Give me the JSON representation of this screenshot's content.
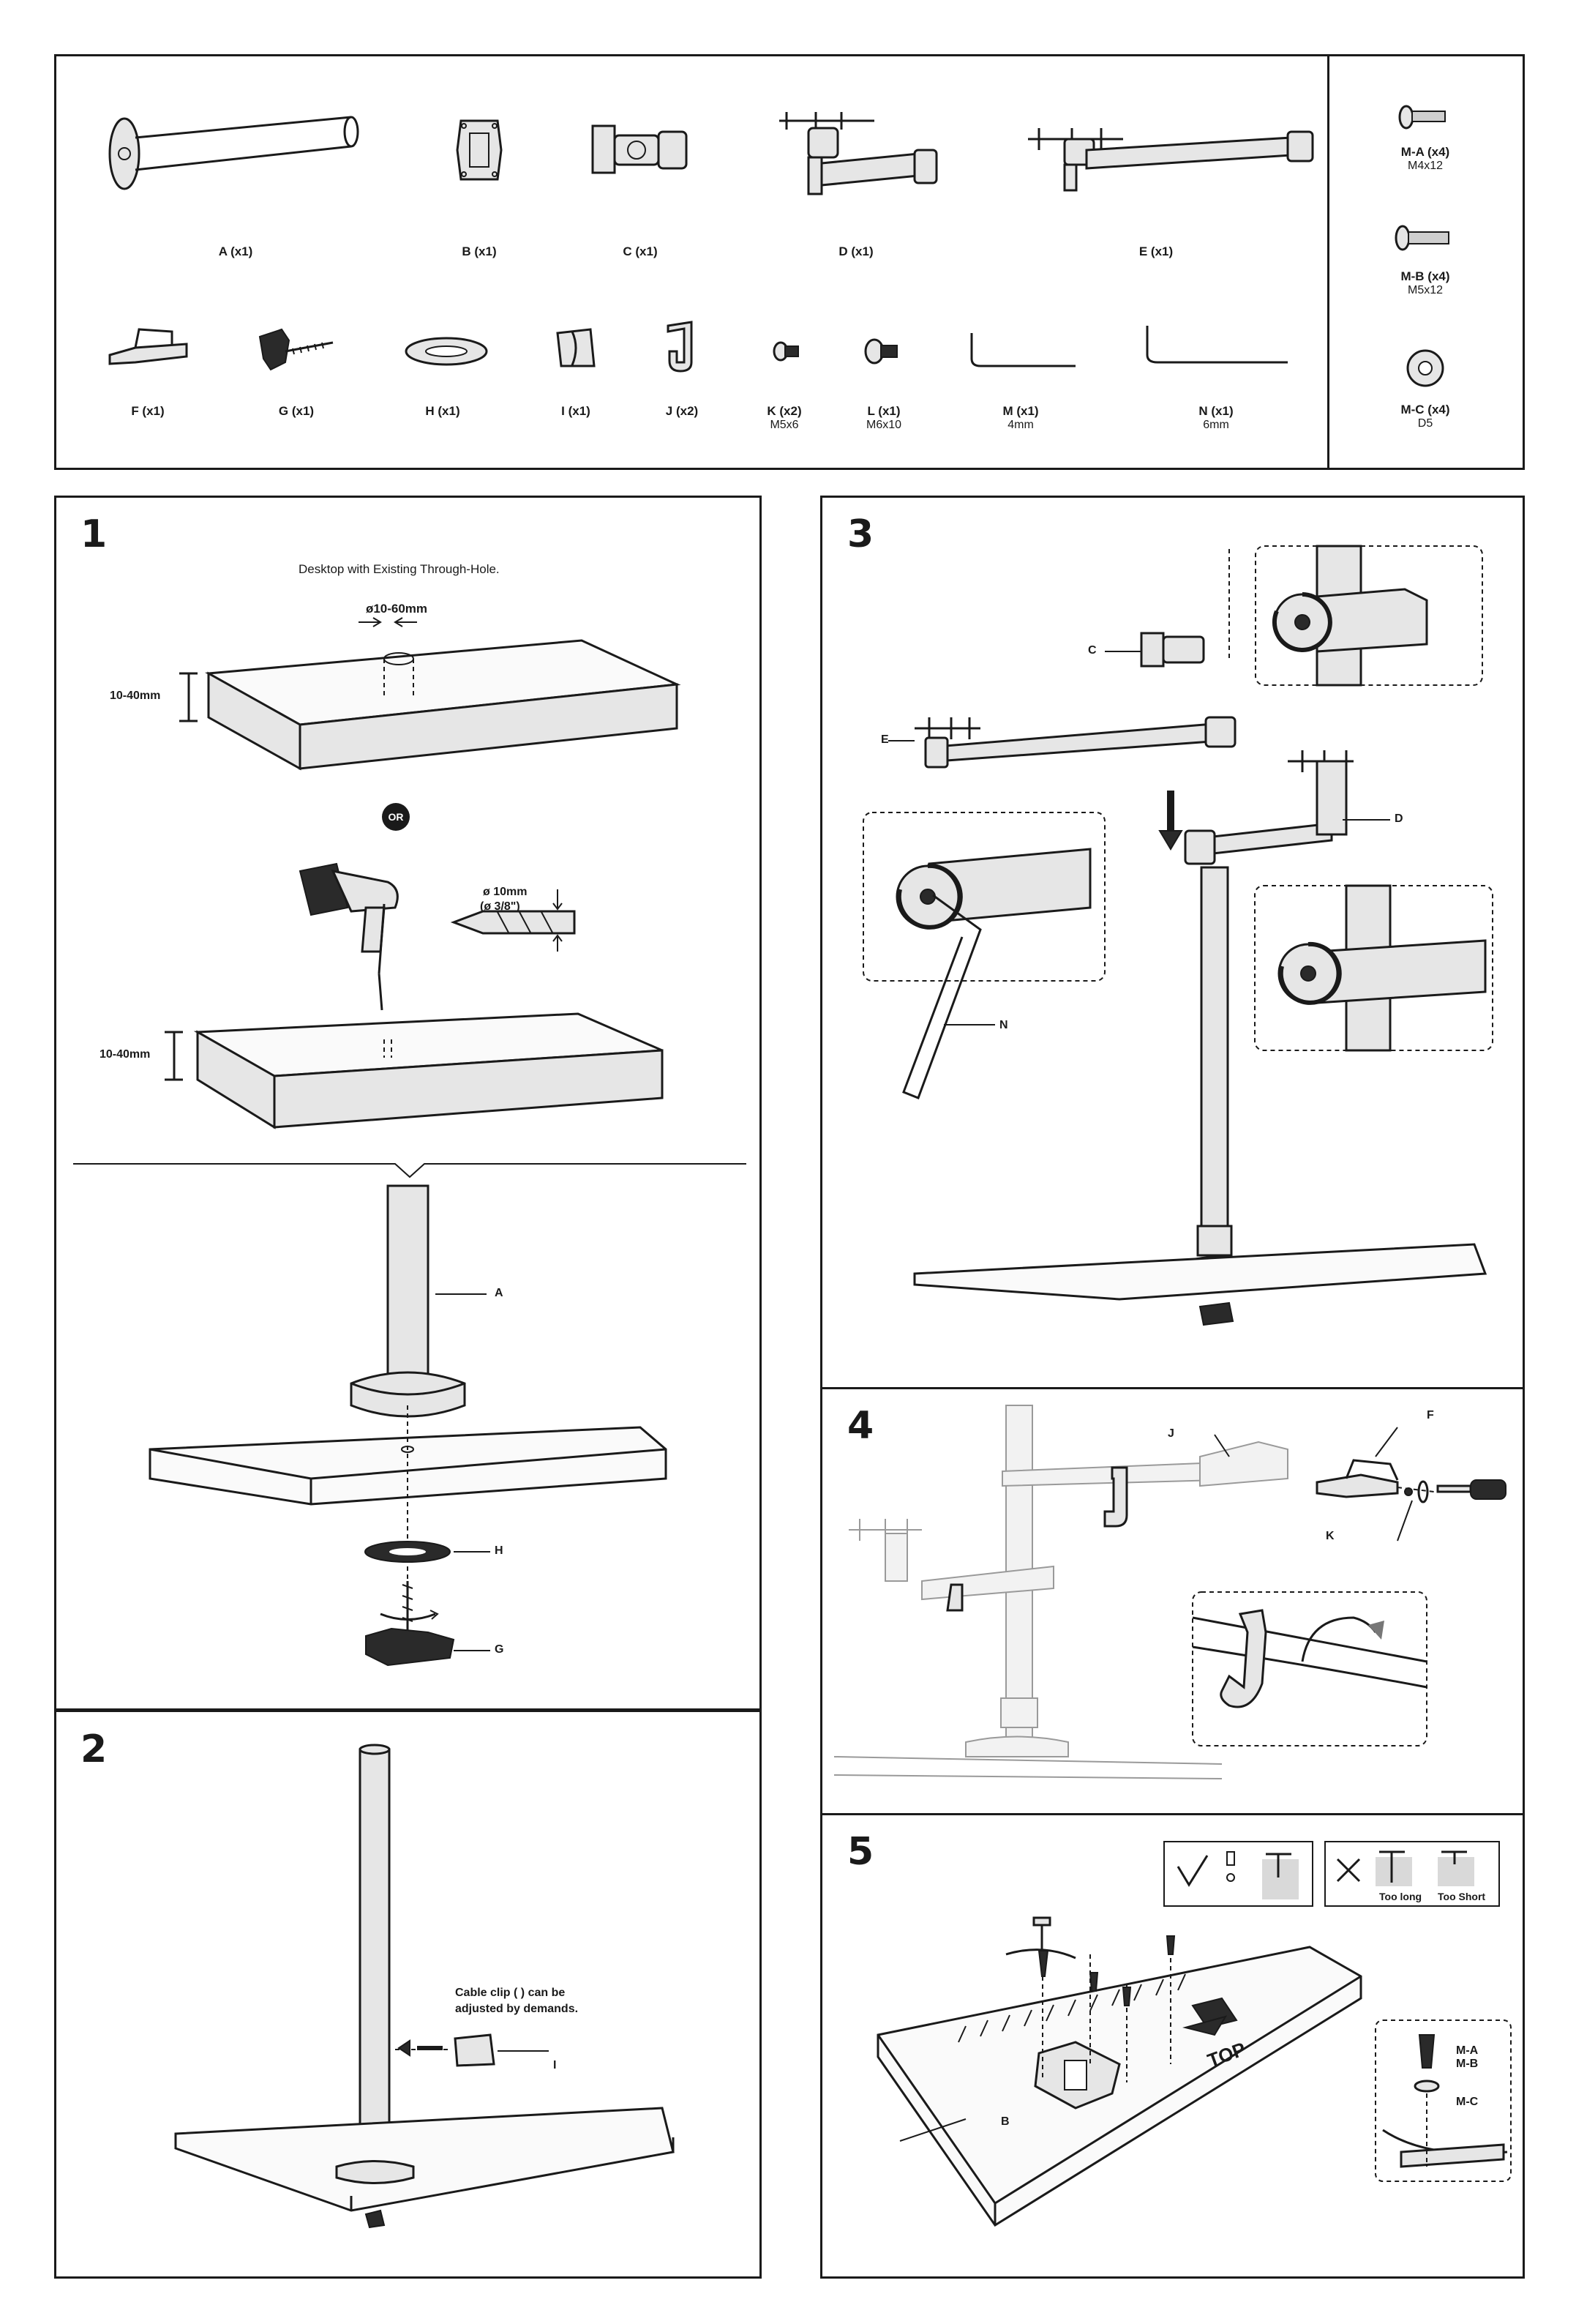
{
  "parts": {
    "A": {
      "label": "A (x1)"
    },
    "B": {
      "label": "B (x1)"
    },
    "C": {
      "label": "C (x1)"
    },
    "D": {
      "label": "D (x1)"
    },
    "E": {
      "label": "E (x1)"
    },
    "F": {
      "label": "F (x1)"
    },
    "G": {
      "label": "G (x1)"
    },
    "H": {
      "label": "H (x1)"
    },
    "I": {
      "label": "I (x1)"
    },
    "J": {
      "label": "J (x2)"
    },
    "K": {
      "label": "K (x2)",
      "size": "M5x6"
    },
    "L": {
      "label": "L (x1)",
      "size": "M6x10"
    },
    "M": {
      "label": "M (x1)",
      "size": "4mm"
    },
    "N": {
      "label": "N (x1)",
      "size": "6mm"
    },
    "MA": {
      "label": "M-A (x4)",
      "size": "M4x12"
    },
    "MB": {
      "label": "M-B (x4)",
      "size": "M5x12"
    },
    "MC": {
      "label": "M-C (x4)",
      "size": "D5"
    }
  },
  "step1": {
    "number": "1",
    "title": "Desktop with Existing Through-Hole.",
    "hole_range": "ø10-60mm",
    "thickness_a": "10-40mm",
    "or": "OR",
    "drill_size_1": "ø 10mm",
    "drill_size_2": "(ø 3/8\")",
    "thickness_b": "10-40mm",
    "callout_A": "A",
    "callout_H": "H",
    "callout_G": "G"
  },
  "step2": {
    "number": "2",
    "note_line1": "Cable clip (  ) can be",
    "note_line2": "adjusted by demands.",
    "callout_I": "I"
  },
  "step3": {
    "number": "3",
    "callout_C": "C",
    "callout_E": "E",
    "callout_D": "D",
    "callout_N": "N"
  },
  "step4": {
    "number": "4",
    "callout_J": "J",
    "callout_F": "F",
    "callout_K": "K"
  },
  "step5": {
    "number": "5",
    "too_long": "Too long",
    "too_short": "Too Short",
    "top": "TOP",
    "callout_B": "B",
    "callout_MA": "M-A",
    "callout_MB": "M-B",
    "callout_MC": "M-C"
  }
}
